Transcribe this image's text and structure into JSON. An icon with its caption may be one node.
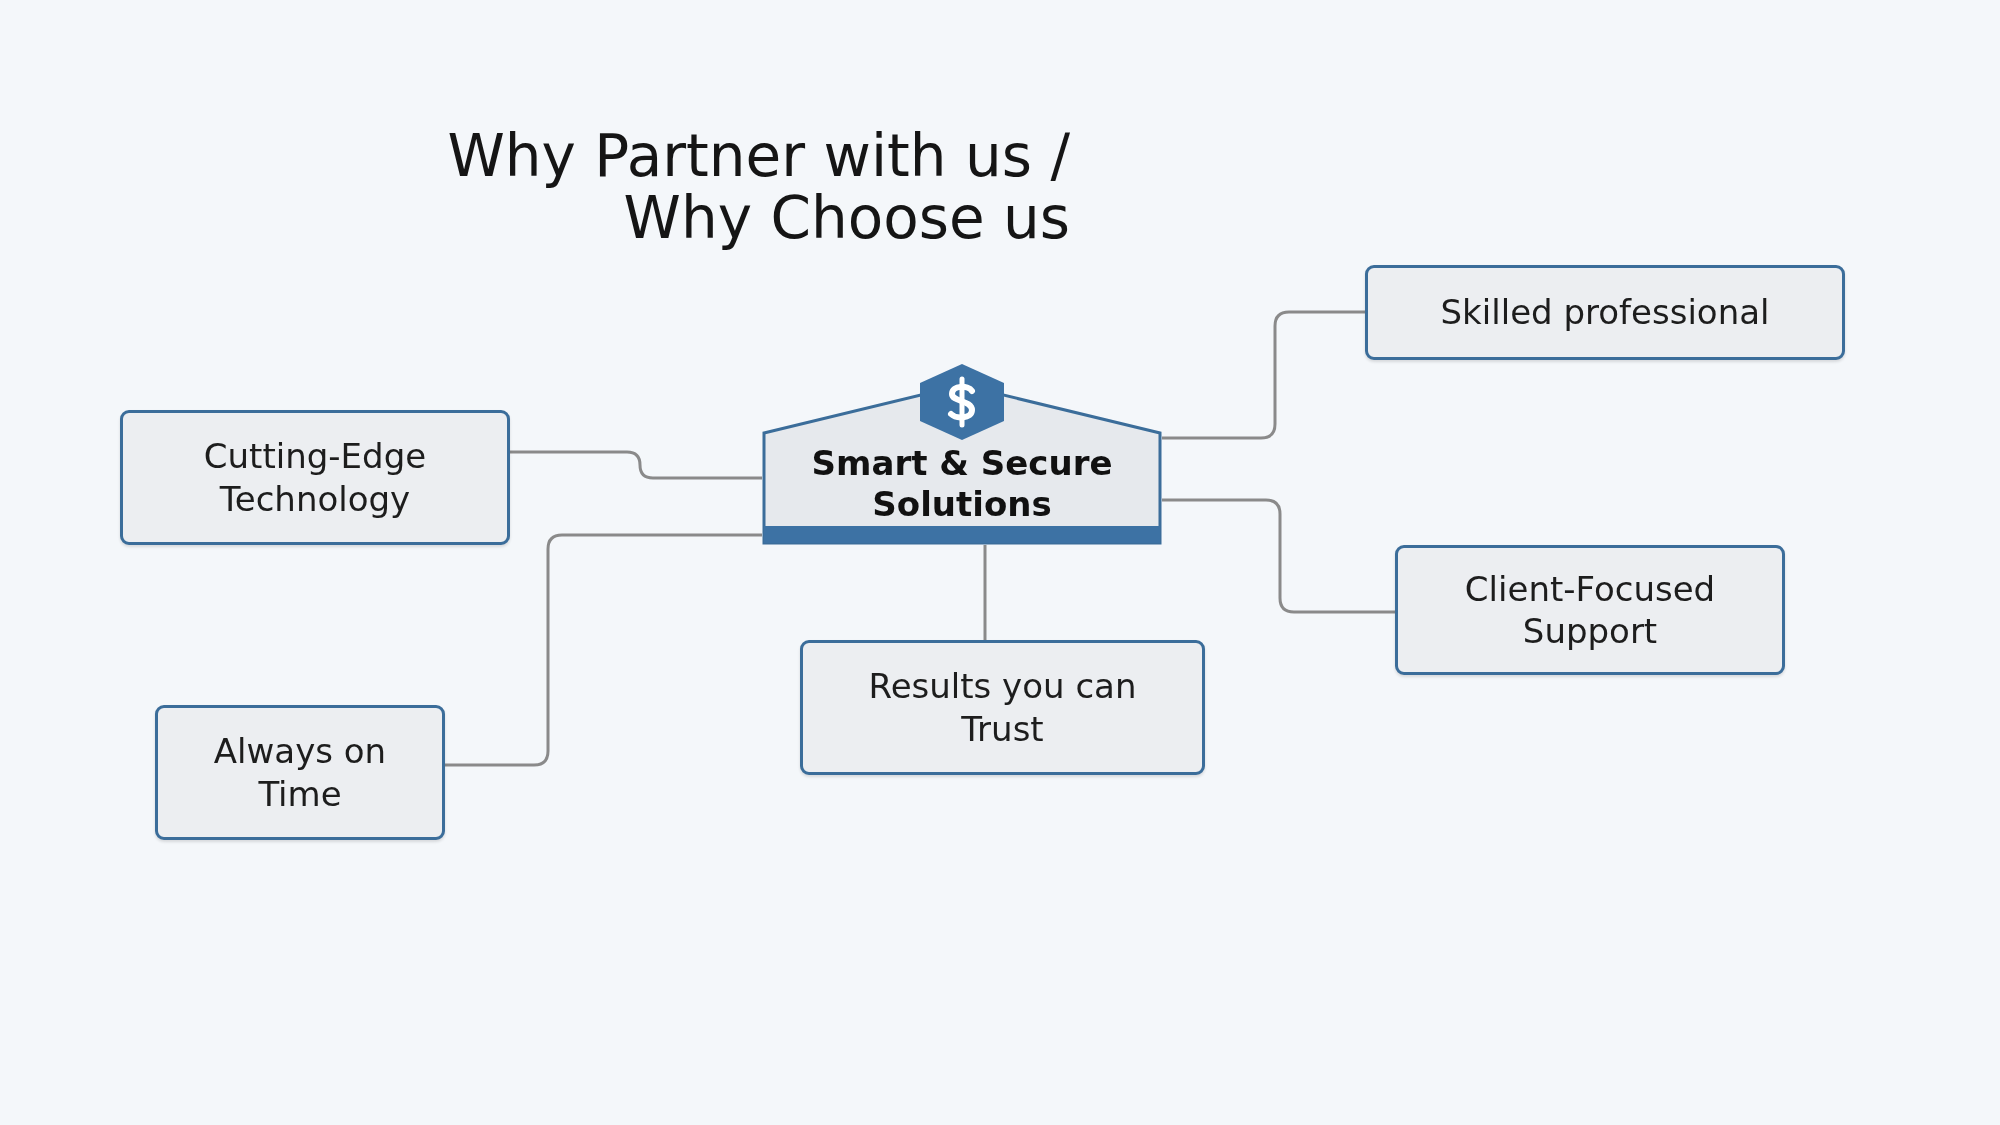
{
  "diagram": {
    "title": "Why Partner with us / Why Choose us",
    "nodes": [
      {
        "text": [
          "Smart & Secure Solutions"
        ]
      },
      {
        "text": [
          "Cutting-Edge Technology"
        ]
      },
      {
        "text": [
          "Skilled professional"
        ]
      },
      {
        "text": [
          "Client-Focused Support"
        ]
      },
      {
        "text": [
          "Results you can Trust"
        ]
      },
      {
        "text": [
          "Always on Time"
        ]
      }
    ],
    "edges": [
      {
        "from": 0,
        "to": 1,
        "arrow": "none"
      },
      {
        "from": 0,
        "to": 2,
        "arrow": "none"
      },
      {
        "from": 0,
        "to": 3,
        "arrow": "none"
      },
      {
        "from": 0,
        "to": 4,
        "arrow": "none"
      },
      {
        "from": 0,
        "to": 5,
        "arrow": "none"
      }
    ]
  }
}
